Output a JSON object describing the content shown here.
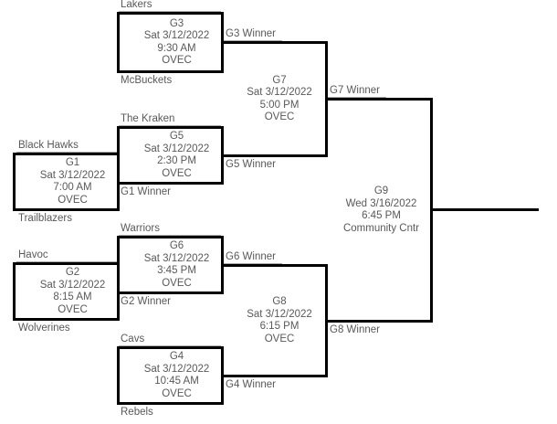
{
  "page": {
    "background": "#ffffff",
    "line_color": "#000000",
    "text_color": "#595959",
    "underline_color": "#a8a8a8"
  },
  "bracket": {
    "games": {
      "g1": {
        "label": "G1",
        "date": "Sat 3/12/2022",
        "time": "7:00 AM",
        "venue": "OVEC",
        "top_feed": "Black Hawks",
        "bottom_feed": "Trailblazers"
      },
      "g2": {
        "label": "G2",
        "date": "Sat 3/12/2022",
        "time": "8:15 AM",
        "venue": "OVEC",
        "top_feed": "Havoc",
        "bottom_feed": "Wolverines"
      },
      "g3": {
        "label": "G3",
        "date": "Sat 3/12/2022",
        "time": "9:30 AM",
        "venue": "OVEC",
        "top_feed": "Lakers",
        "bottom_feed": "McBuckets"
      },
      "g4": {
        "label": "G4",
        "date": "Sat 3/12/2022",
        "time": "10:45 AM",
        "venue": "OVEC",
        "top_feed": "Cavs",
        "bottom_feed": "Rebels"
      },
      "g5": {
        "label": "G5",
        "date": "Sat 3/12/2022",
        "time": "2:30 PM",
        "venue": "OVEC",
        "top_feed": "The Kraken",
        "bottom_feed": "G1 Winner"
      },
      "g6": {
        "label": "G6",
        "date": "Sat 3/12/2022",
        "time": "3:45 PM",
        "venue": "OVEC",
        "top_feed": "Warriors",
        "bottom_feed": "G2 Winner"
      },
      "g7": {
        "label": "G7",
        "date": "Sat 3/12/2022",
        "time": "5:00 PM",
        "venue": "OVEC",
        "top_feed": "G3 Winner",
        "bottom_feed": "G5 Winner"
      },
      "g8": {
        "label": "G8",
        "date": "Sat 3/12/2022",
        "time": "6:15 PM",
        "venue": "OVEC",
        "top_feed": "G6 Winner",
        "bottom_feed": "G4 Winner"
      },
      "g9": {
        "label": "G9",
        "date": "Wed 3/16/2022",
        "time": "6:45 PM",
        "venue": "Community Cntr",
        "top_feed": "G7 Winner",
        "bottom_feed": "G8 Winner"
      }
    }
  }
}
